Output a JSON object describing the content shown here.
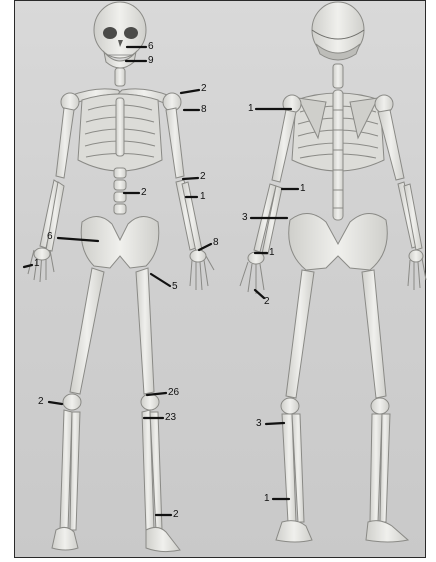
{
  "figure": {
    "colors": {
      "paper": "#d2d2d2",
      "bone_fill": "#e9e9e6",
      "bone_outline": "#8a8a86",
      "shadow": "#a8a8a4",
      "marker": "#111111",
      "frame": "#2a2a2a"
    },
    "anterior_view": {
      "labels": [
        {
          "id": "skull-6",
          "text": "6"
        },
        {
          "id": "jaw-9",
          "text": "9"
        },
        {
          "id": "shoulder-2",
          "text": "2"
        },
        {
          "id": "upper-arm-8",
          "text": "8"
        },
        {
          "id": "elbow-2",
          "text": "2"
        },
        {
          "id": "forearm-1",
          "text": "1"
        },
        {
          "id": "spine-2",
          "text": "2"
        },
        {
          "id": "sacrum-6",
          "text": "6"
        },
        {
          "id": "hand-right-1",
          "text": "1"
        },
        {
          "id": "wrist-left-8",
          "text": "8"
        },
        {
          "id": "hip-5",
          "text": "5"
        },
        {
          "id": "knee-right-2",
          "text": "2"
        },
        {
          "id": "knee-left-26",
          "text": "26"
        },
        {
          "id": "shin-23",
          "text": "23"
        },
        {
          "id": "ankle-2",
          "text": "2"
        }
      ]
    },
    "posterior_view": {
      "labels": [
        {
          "id": "scapula-1",
          "text": "1"
        },
        {
          "id": "elbow-1",
          "text": "1"
        },
        {
          "id": "iliac-3",
          "text": "3"
        },
        {
          "id": "wrist-1",
          "text": "1"
        },
        {
          "id": "fingers-2",
          "text": "2"
        },
        {
          "id": "calf-3",
          "text": "3"
        },
        {
          "id": "heel-1",
          "text": "1"
        }
      ]
    }
  }
}
